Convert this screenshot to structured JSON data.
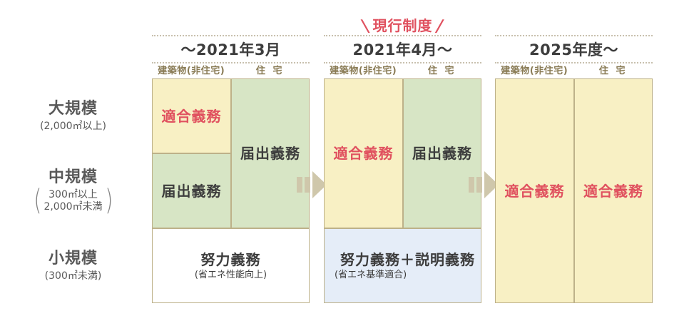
{
  "scale_labels": [
    {
      "id": "large",
      "title": "大規模",
      "sub": "(2,000㎡以上)",
      "sub_lines": null
    },
    {
      "id": "medium",
      "title": "中規模",
      "sub": null,
      "sub_lines": [
        "300㎡以上",
        "2,000㎡未満"
      ]
    },
    {
      "id": "small",
      "title": "小規模",
      "sub": "(300㎡未満)",
      "sub_lines": null
    }
  ],
  "column_headers": {
    "nonresidential": "建築物(非住宅)",
    "residential": "住 宅"
  },
  "panels": [
    {
      "id": "panel-past",
      "note": null,
      "period": "〜2021年3月",
      "period_prefix": "〜",
      "period_year": "2021",
      "period_mid": "年",
      "period_month": "3",
      "period_suffix": "月",
      "cells": [
        {
          "name": "nonres-large",
          "label": "適合義務",
          "sub": null,
          "fill": "cream",
          "text": "red"
        },
        {
          "name": "nonres-medium",
          "label": "届出義務",
          "sub": null,
          "fill": "green",
          "text": "dark"
        },
        {
          "name": "res-large-medium",
          "label": "届出義務",
          "sub": null,
          "fill": "green",
          "text": "dark"
        },
        {
          "name": "small-all",
          "label": "努力義務",
          "sub": "(省エネ性能向上)",
          "fill": "white",
          "text": "dark"
        }
      ]
    },
    {
      "id": "panel-current",
      "note": "現行制度",
      "period": "2021年4月〜",
      "period_prefix": "",
      "period_year": "2021",
      "period_mid": "年",
      "period_month": "4",
      "period_suffix": "月〜",
      "cells": [
        {
          "name": "nonres-large-medium",
          "label": "適合義務",
          "sub": null,
          "fill": "cream",
          "text": "red"
        },
        {
          "name": "res-large-medium",
          "label": "届出義務",
          "sub": null,
          "fill": "green",
          "text": "dark"
        },
        {
          "name": "small-all",
          "label": "努力義務＋説明義務",
          "sub": "(省エネ基準適合)",
          "fill": "blue",
          "text": "dark"
        }
      ]
    },
    {
      "id": "panel-future",
      "note": null,
      "period": "2025年度〜",
      "period_prefix": "",
      "period_year": "2025",
      "period_mid": "年度",
      "period_month": "",
      "period_suffix": "〜",
      "cells": [
        {
          "name": "nonres-all",
          "label": "適合義務",
          "sub": null,
          "fill": "cream",
          "text": "red"
        },
        {
          "name": "res-all",
          "label": "適合義務",
          "sub": null,
          "fill": "cream",
          "text": "red"
        }
      ]
    }
  ],
  "arrows": [
    {
      "name": "arrow-past-to-current"
    },
    {
      "name": "arrow-current-to-future"
    }
  ],
  "colors": {
    "cream": "#F8F0C4",
    "green": "#D7E5C5",
    "blue": "#E5EDF8",
    "red": "#E0515F",
    "border": "#BDB189",
    "header_text": "#8A7C56",
    "arrow": "#CFC7AB"
  }
}
